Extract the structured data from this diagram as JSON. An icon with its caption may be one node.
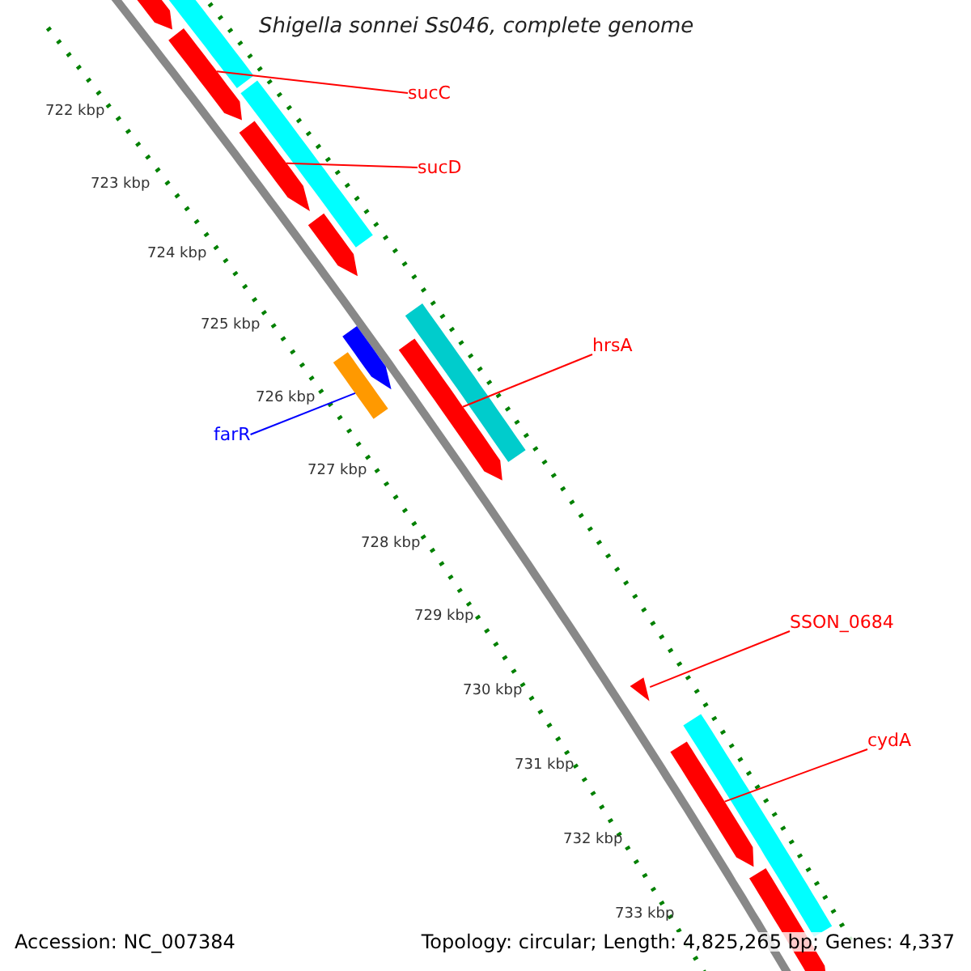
{
  "diagram": {
    "title": "Shigella sonnei Ss046, complete genome",
    "nodes": [
      {
        "text": [],
        "shape": "arrow"
      },
      {
        "text": [],
        "shape": "bar"
      },
      {
        "text": [
          "sucC"
        ]
      },
      {
        "text": [],
        "shape": "arrow"
      },
      {
        "text": [],
        "shape": "bar"
      },
      {
        "text": [
          "sucD"
        ]
      },
      {
        "text": [],
        "shape": "arrow"
      },
      {
        "text": [],
        "shape": "arrow"
      },
      {
        "text": [],
        "shape": "arrow"
      },
      {
        "text": [
          "hrsA"
        ]
      },
      {
        "text": [],
        "shape": "bar"
      },
      {
        "text": [],
        "shape": "bar"
      },
      {
        "text": [],
        "shape": "arrow"
      },
      {
        "text": [
          "farR"
        ]
      },
      {
        "text": [
          "SSON_0684"
        ]
      },
      {
        "text": [],
        "shape": "arrow"
      },
      {
        "text": [
          "cydA"
        ]
      },
      {
        "text": [],
        "shape": "bar"
      },
      {
        "text": [],
        "shape": "arrow"
      },
      {
        "text": [],
        "shape": "arrow"
      }
    ],
    "edges": [
      {
        "from": 2,
        "to": 3,
        "arrow": "none"
      },
      {
        "from": 5,
        "to": 6,
        "arrow": "none"
      },
      {
        "from": 9,
        "to": 12,
        "arrow": "none"
      },
      {
        "from": 13,
        "to": 11,
        "arrow": "none",
        "color": "#0000ff"
      },
      {
        "from": 14,
        "to": 15,
        "arrow": "none"
      },
      {
        "from": 16,
        "to": 18,
        "arrow": "none"
      }
    ],
    "labels": [
      "722 kbp",
      "723 kbp",
      "724 kbp",
      "725 kbp",
      "726 kbp",
      "727 kbp",
      "728 kbp",
      "729 kbp",
      "730 kbp",
      "731 kbp",
      "732 kbp",
      "733 kbp",
      "Accession: NC_007384",
      "Topology: circular; Length: 4,825,265 bp; Genes: 4,337"
    ]
  }
}
